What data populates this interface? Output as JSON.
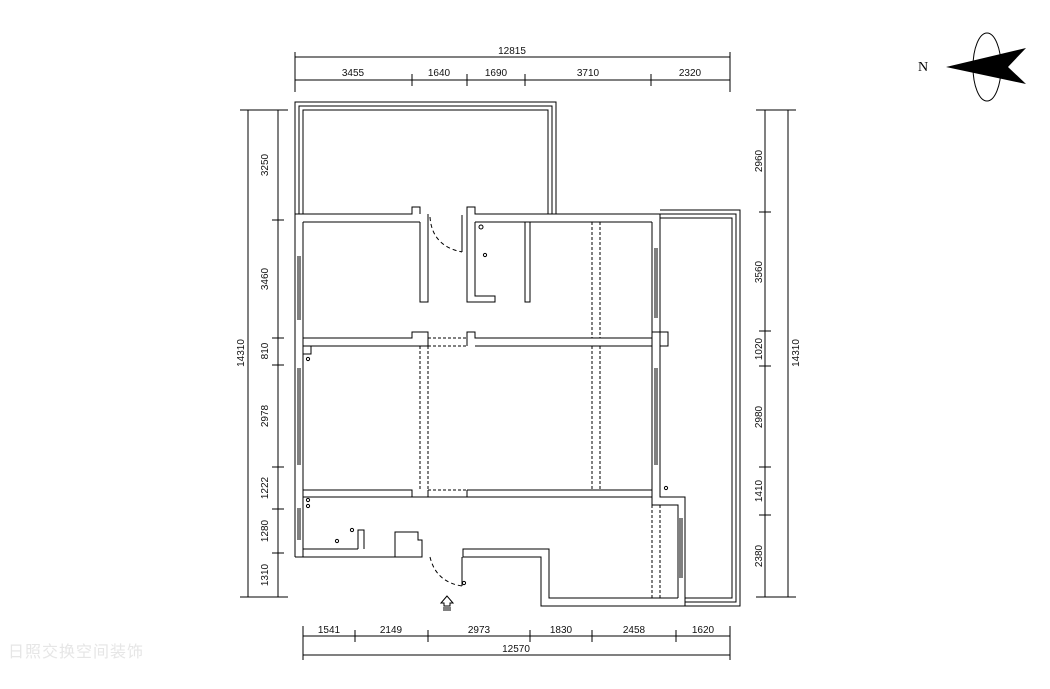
{
  "north_label": "N",
  "top_dimensions": {
    "total": "12815",
    "segments": [
      "3455",
      "1640",
      "1690",
      "3710",
      "2320"
    ]
  },
  "bottom_dimensions": {
    "total": "12570",
    "segments": [
      "1541",
      "2149",
      "2973",
      "1830",
      "2458",
      "1620"
    ]
  },
  "left_dimensions": {
    "total": "14310",
    "segments": [
      "3250",
      "3460",
      "810",
      "2978",
      "1222",
      "1280",
      "1310"
    ]
  },
  "right_dimensions": {
    "total": "14310",
    "segments": [
      "2960",
      "3560",
      "1020",
      "2980",
      "1410",
      "2380"
    ]
  },
  "watermark": {
    "line1": "日照交换空间装饰",
    "line2": ""
  },
  "colors": {
    "line": "#000000",
    "background": "#ffffff"
  }
}
